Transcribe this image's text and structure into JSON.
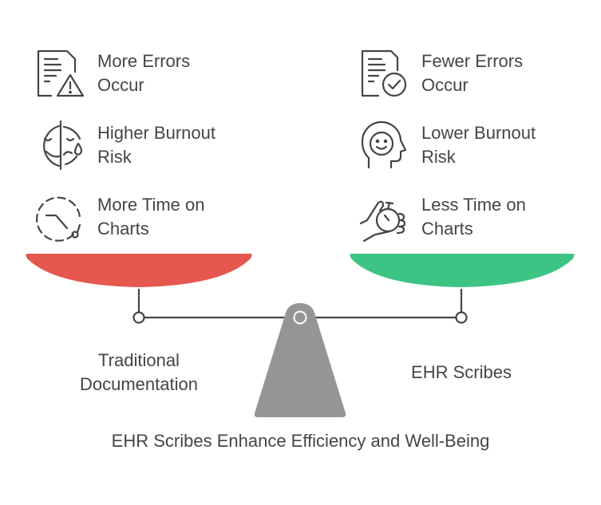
{
  "title": "EHR Scribes Enhance Efficiency and Well-Being",
  "colors": {
    "left_pan": "#E5574F",
    "right_pan": "#3DC484",
    "fulcrum": "#959595",
    "line": "#454545",
    "text": "#454545"
  },
  "left": {
    "label": "Traditional\nDocumentation",
    "items": [
      {
        "icon": "document-warning-icon",
        "text": "More Errors\nOccur"
      },
      {
        "icon": "sad-face-icon",
        "text": "Higher Burnout\nRisk"
      },
      {
        "icon": "dashed-clock-icon",
        "text": "More Time on\nCharts"
      }
    ]
  },
  "right": {
    "label": "EHR Scribes",
    "items": [
      {
        "icon": "document-check-icon",
        "text": "Fewer Errors\nOccur"
      },
      {
        "icon": "happy-head-icon",
        "text": "Lower Burnout\nRisk"
      },
      {
        "icon": "hand-stopwatch-icon",
        "text": "Less Time on\nCharts"
      }
    ]
  }
}
